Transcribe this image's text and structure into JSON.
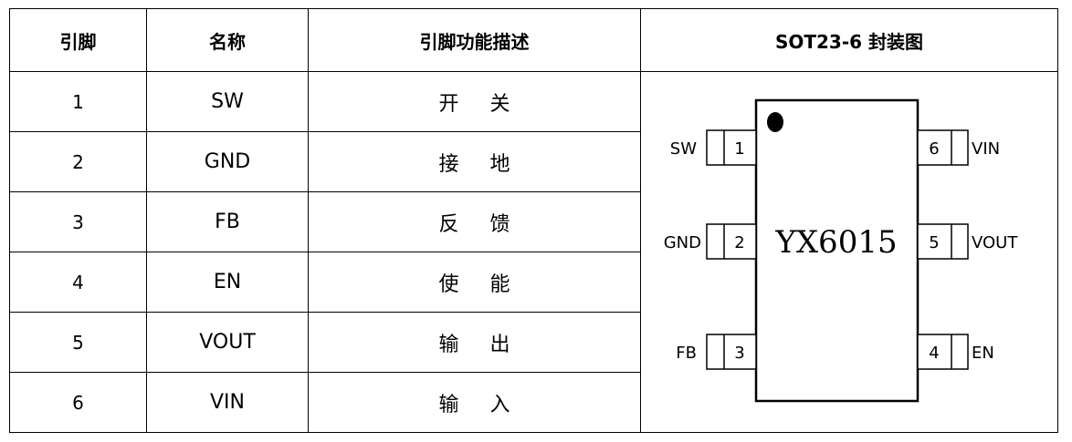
{
  "headers": {
    "pin": "引脚",
    "name": "名称",
    "function": "引脚功能描述",
    "package": "SOT23-6  封装图"
  },
  "rows": [
    {
      "pin": "1",
      "name": "SW",
      "function": "开关"
    },
    {
      "pin": "2",
      "name": "GND",
      "function": "接地"
    },
    {
      "pin": "3",
      "name": "FB",
      "function": "反馈"
    },
    {
      "pin": "4",
      "name": "EN",
      "function": "使能"
    },
    {
      "pin": "5",
      "name": "VOUT",
      "function": "输出"
    },
    {
      "pin": "6",
      "name": "VIN",
      "function": "输入"
    }
  ],
  "package": {
    "chip_name": "YX6015",
    "left_pins": [
      {
        "num": "1",
        "label": "SW"
      },
      {
        "num": "2",
        "label": "GND"
      },
      {
        "num": "3",
        "label": "FB"
      }
    ],
    "right_pins": [
      {
        "num": "6",
        "label": "VIN"
      },
      {
        "num": "5",
        "label": "VOUT"
      },
      {
        "num": "4",
        "label": "EN"
      }
    ]
  }
}
